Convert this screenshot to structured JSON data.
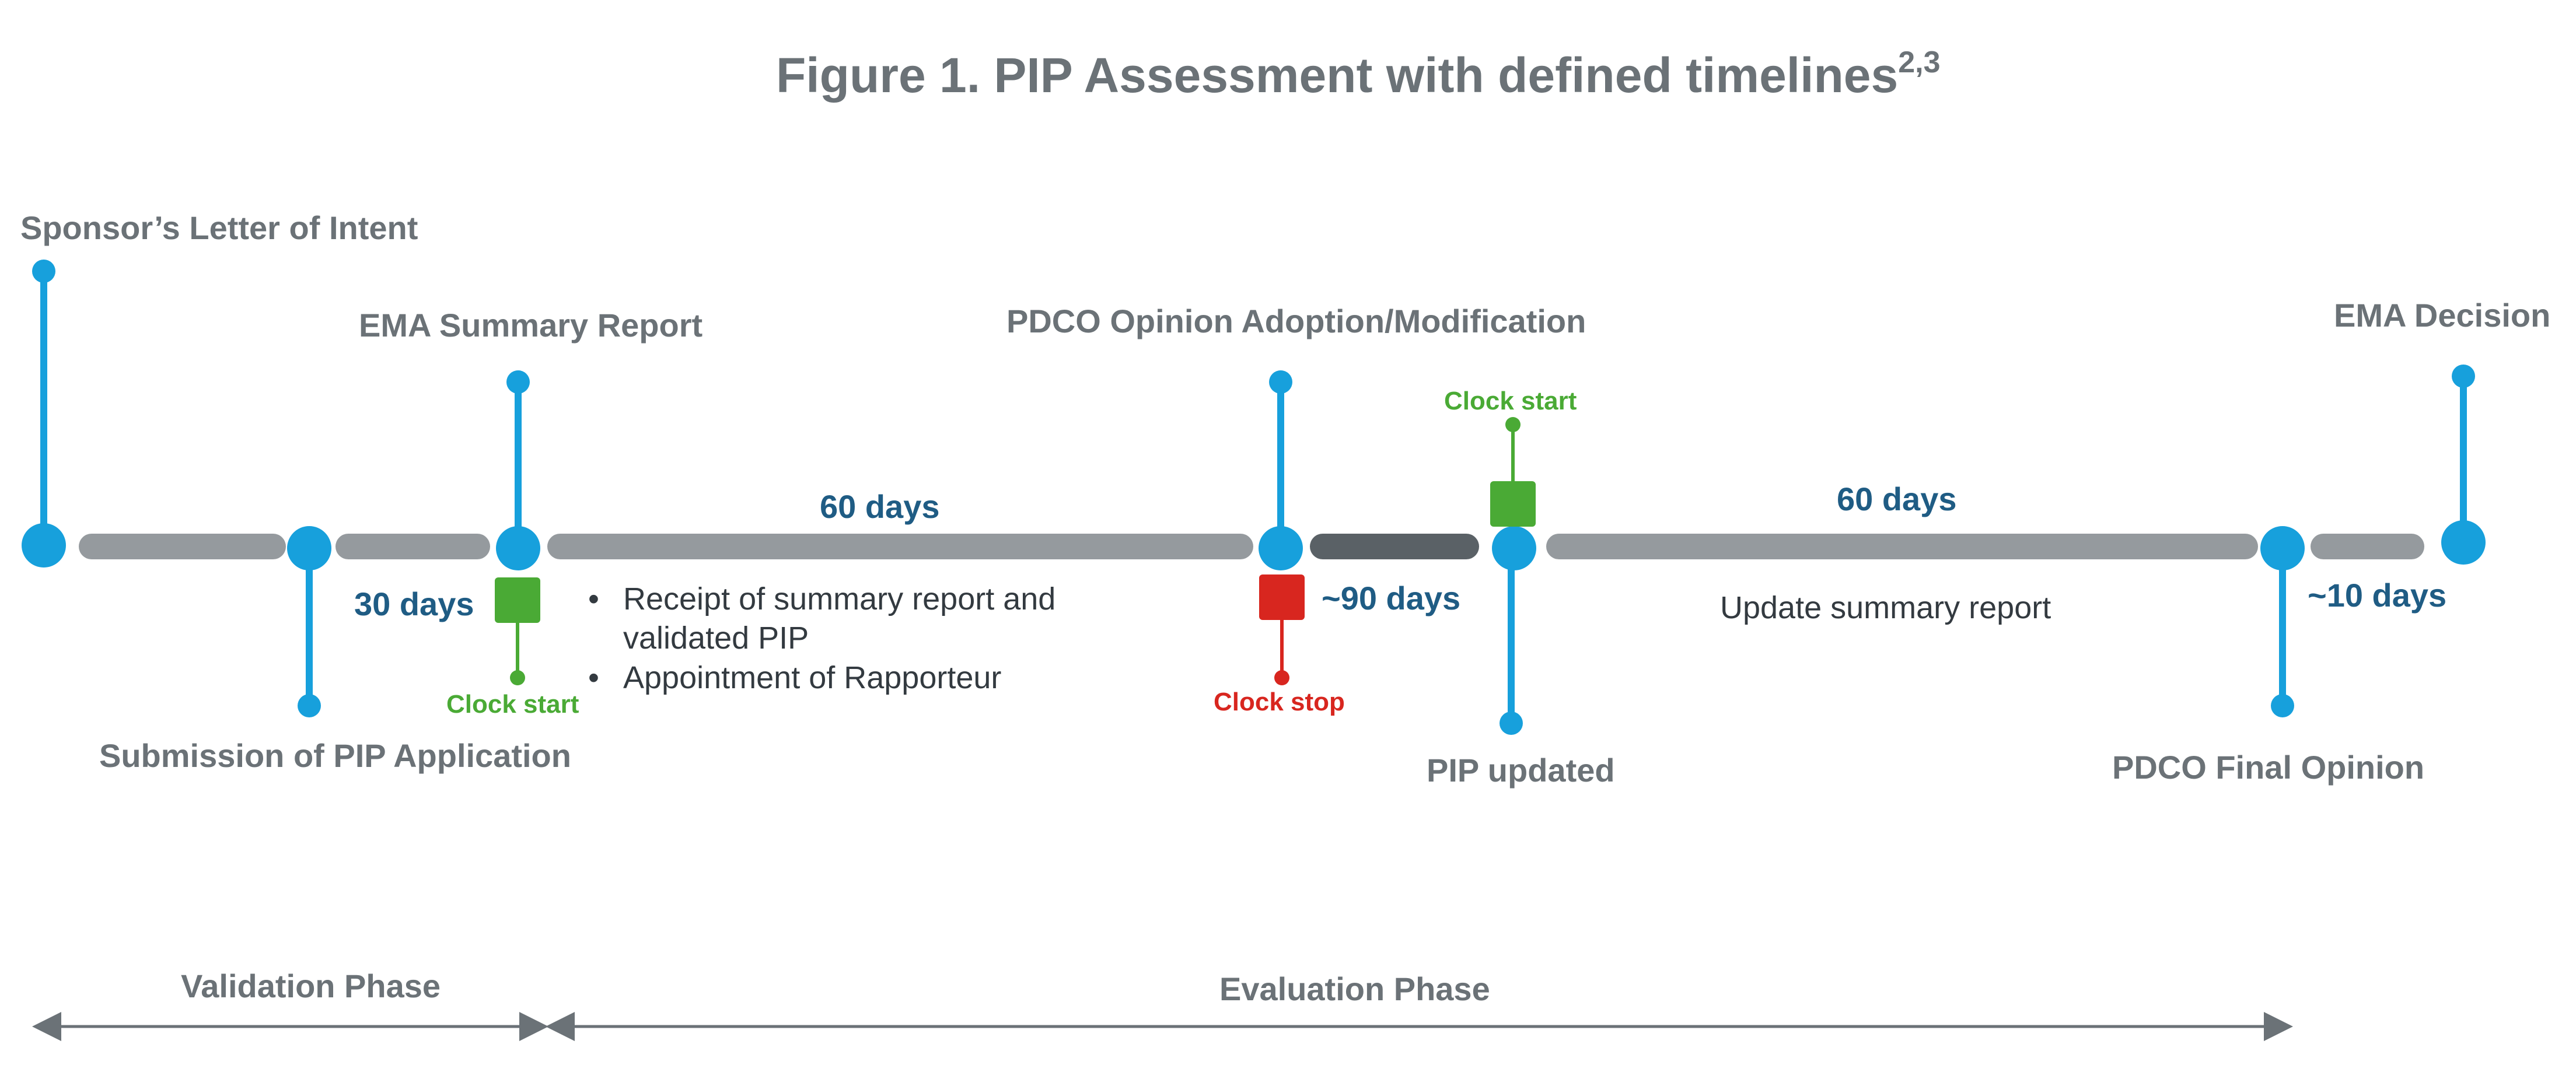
{
  "title": {
    "text": "Figure 1. PIP Assessment with defined timelines",
    "superscript": "2,3"
  },
  "milestones": {
    "sponsor_letter": "Sponsor’s Letter of Intent",
    "submission": "Submission of PIP Application",
    "ema_summary": "EMA Summary Report",
    "pdco_opinion": "PDCO Opinion Adoption/Modification",
    "pip_updated": "PIP updated",
    "pdco_final": "PDCO Final Opinion",
    "ema_decision": "EMA Decision"
  },
  "durations": {
    "validation": "30 days",
    "evaluation": "60 days",
    "clock_stop": "~90 days",
    "update": "60 days",
    "decision": "~10 days"
  },
  "clocks": {
    "start_1": "Clock start",
    "stop": "Clock stop",
    "start_2": "Clock start"
  },
  "notes": {
    "receipt_line1": "Receipt of summary report and",
    "receipt_line2": "validated PIP",
    "appointment": "Appointment of Rapporteur",
    "update_summary": "Update summary report",
    "bullet": "•"
  },
  "phases": {
    "validation": "Validation Phase",
    "evaluation": "Evaluation Phase"
  },
  "colors": {
    "title_gray": "#6b7277",
    "label_gray": "#6b7277",
    "node_blue": "#17a0dc",
    "days_blue": "#1f5c84",
    "bar_gray": "#959a9e",
    "bar_dark": "#5a6166",
    "clock_green": "#4aaa35",
    "clock_red": "#d8261f",
    "text_dark": "#333a40",
    "arrow_gray": "#6b7277"
  }
}
